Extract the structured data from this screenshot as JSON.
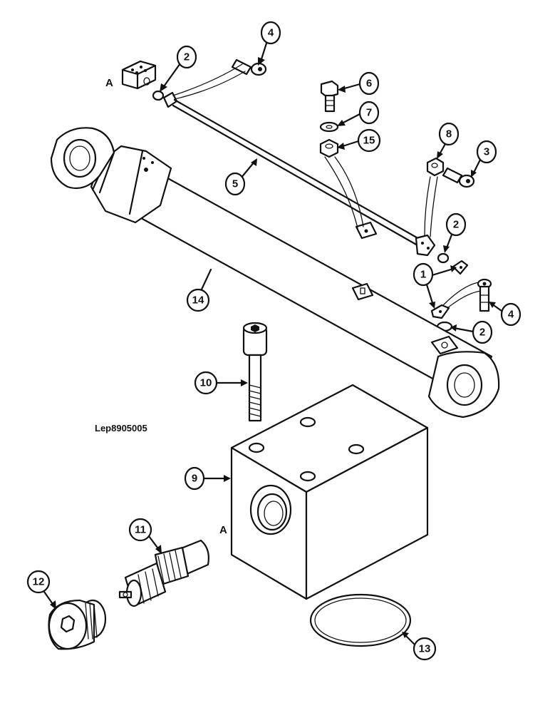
{
  "drawing_ref": "Lep8905005",
  "view_label": "A",
  "callouts": [
    {
      "id": "c4-top",
      "number": "4"
    },
    {
      "id": "c2-top",
      "number": "2"
    },
    {
      "id": "c6",
      "number": "6"
    },
    {
      "id": "c7",
      "number": "7"
    },
    {
      "id": "c15",
      "number": "15"
    },
    {
      "id": "c8",
      "number": "8"
    },
    {
      "id": "c3",
      "number": "3"
    },
    {
      "id": "c5",
      "number": "5"
    },
    {
      "id": "c2-mid",
      "number": "2"
    },
    {
      "id": "c1",
      "number": "1"
    },
    {
      "id": "c14",
      "number": "14"
    },
    {
      "id": "c4-bottom",
      "number": "4"
    },
    {
      "id": "c2-bottom",
      "number": "2"
    },
    {
      "id": "c10",
      "number": "10"
    },
    {
      "id": "c9",
      "number": "9"
    },
    {
      "id": "c11",
      "number": "11"
    },
    {
      "id": "c12",
      "number": "12"
    },
    {
      "id": "c13",
      "number": "13"
    }
  ],
  "colors": {
    "ink": "#111111",
    "paper": "#ffffff"
  }
}
